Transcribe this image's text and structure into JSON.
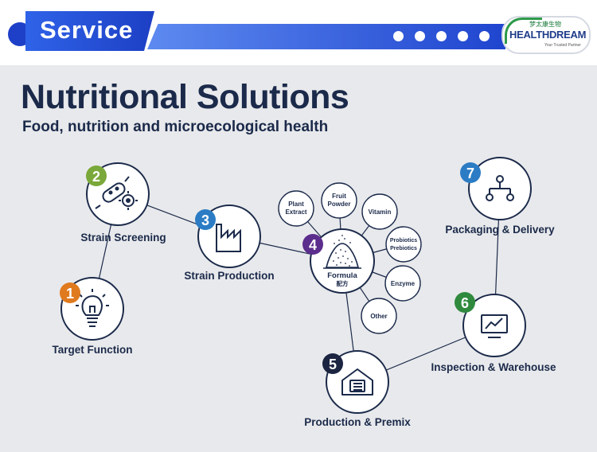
{
  "header": {
    "title": "Service",
    "logo_cn": "梦太康生物",
    "logo_en": "HEALTHDREAM",
    "logo_tagline": "Your Trusted Partner"
  },
  "main": {
    "title": "Nutritional Solutions",
    "subtitle": "Food, nutrition and microecological health"
  },
  "steps": [
    {
      "number": "1",
      "label": "Target Function",
      "color": "#e07a1f",
      "icon": "lightbulb-icon"
    },
    {
      "number": "2",
      "label": "Strain Screening",
      "color": "#7aa83a",
      "icon": "bacteria-icon"
    },
    {
      "number": "3",
      "label": "Strain Production",
      "color": "#2b7cc4",
      "icon": "factory-icon"
    },
    {
      "number": "4",
      "label": "Formula",
      "label_cn": "配方",
      "color": "#5b2d8c",
      "icon": "powder-pile-icon"
    },
    {
      "number": "5",
      "label": "Production & Premix",
      "color": "#1b2440",
      "icon": "warehouse-icon"
    },
    {
      "number": "6",
      "label": "Inspection & Warehouse",
      "color": "#2f8a3e",
      "icon": "monitor-chart-icon"
    },
    {
      "number": "7",
      "label": "Packaging & Delivery",
      "color": "#2b7cc4",
      "icon": "network-icon"
    }
  ],
  "ingredients": [
    {
      "line1": "Plant",
      "line2": "Extract"
    },
    {
      "line1": "Fruit",
      "line2": "Powder"
    },
    {
      "line1": "Vitamin",
      "line2": ""
    },
    {
      "line1": "Probiotics",
      "line2": "Prebiotics"
    },
    {
      "line1": "Enzyme",
      "line2": ""
    },
    {
      "line1": "Other",
      "line2": ""
    }
  ],
  "colors": {
    "navy": "#1b2a4a",
    "banner_blue": "#1d3fc4",
    "panel_bg": "#e8e9ec"
  }
}
